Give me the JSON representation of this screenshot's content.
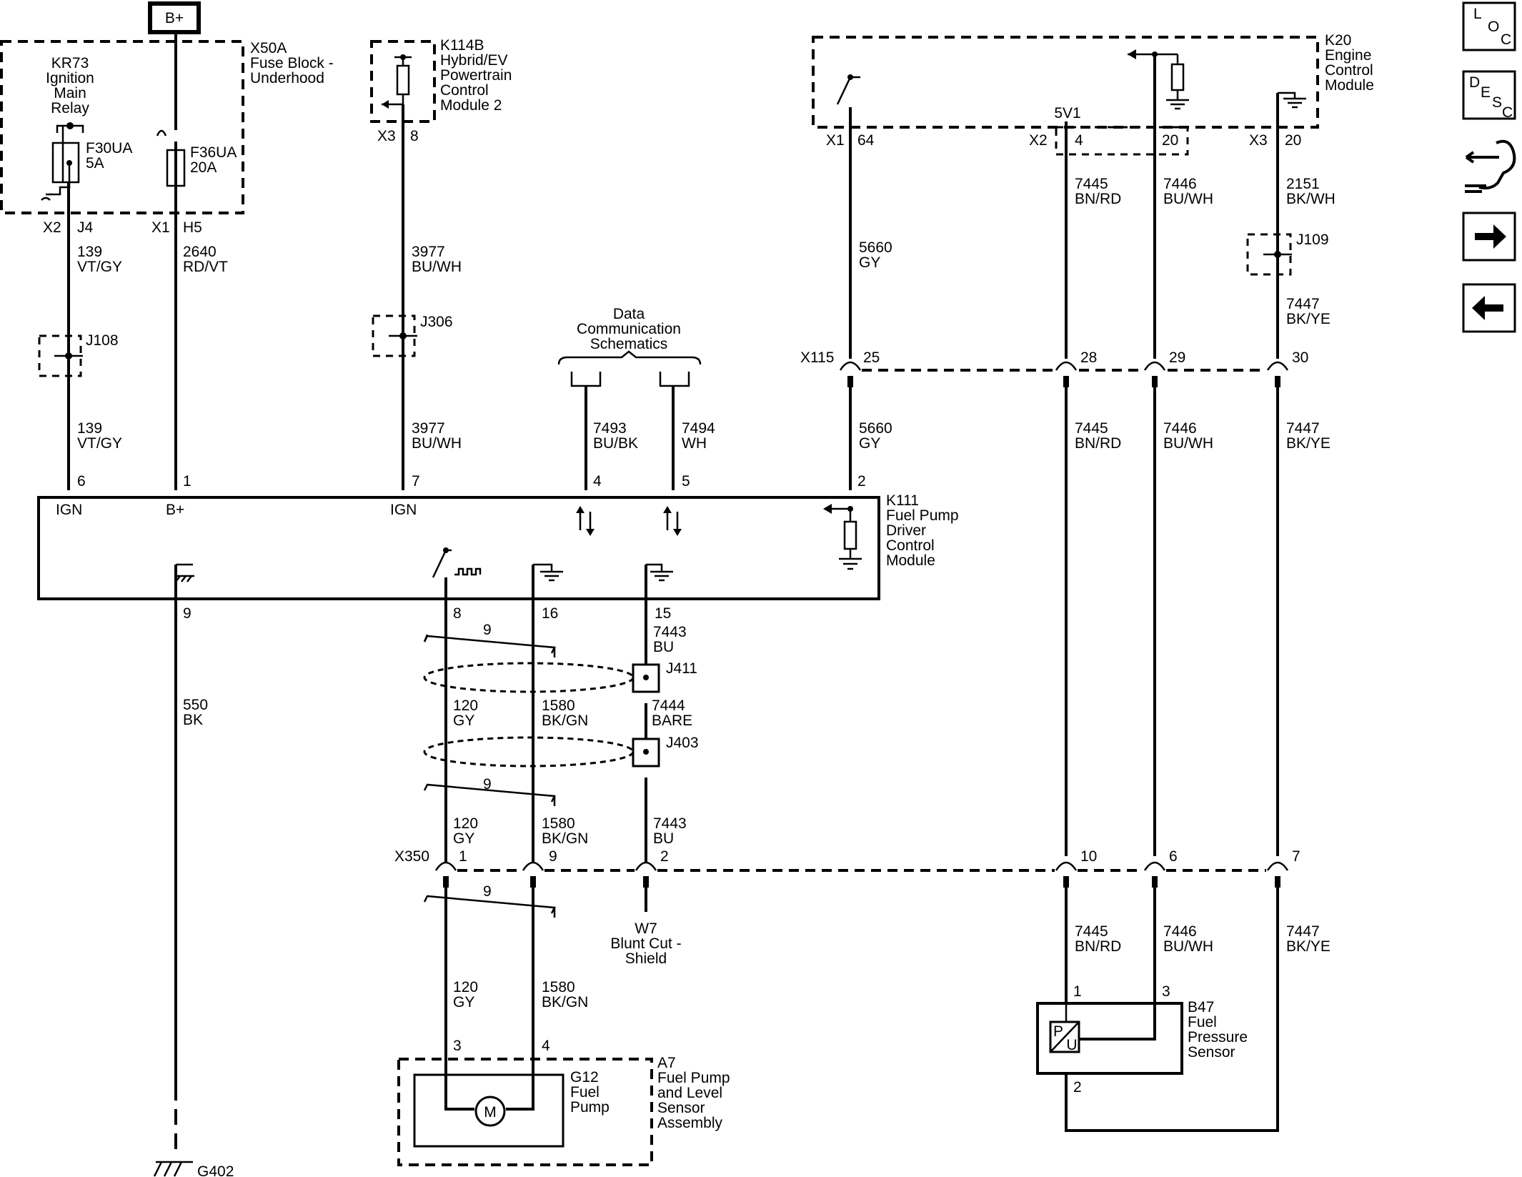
{
  "supply": {
    "battery": "B+"
  },
  "modules": {
    "fuse_block": {
      "ref": "X50A",
      "lines": [
        "Fuse Block -",
        "Underhood"
      ]
    },
    "relay": {
      "lines": [
        "KR73",
        "Ignition",
        "Main",
        "Relay"
      ]
    },
    "fuse_f30": {
      "lines": [
        "F30UA",
        "5A"
      ]
    },
    "fuse_f36": {
      "lines": [
        "F36UA",
        "20A"
      ]
    },
    "hybrid": {
      "ref": "K114B",
      "lines": [
        "Hybrid/EV",
        "Powertrain",
        "Control",
        "Module 2"
      ]
    },
    "ecm": {
      "ref": "K20",
      "lines": [
        "Engine",
        "Control",
        "Module"
      ]
    },
    "fpdcm": {
      "ref": "K111",
      "lines": [
        "Fuel Pump",
        "Driver",
        "Control",
        "Module"
      ]
    },
    "pump_assy": {
      "ref": "A7",
      "lines": [
        "Fuel Pump",
        "and Level",
        "Sensor",
        "Assembly"
      ]
    },
    "pump": {
      "ref": "G12",
      "lines": [
        "Fuel",
        "Pump"
      ],
      "symbol": "M"
    },
    "pressure_sensor": {
      "ref": "B47",
      "lines": [
        "Fuel",
        "Pressure",
        "Sensor"
      ],
      "symbol_top": "P",
      "symbol_bottom": "U"
    },
    "data_comm": {
      "lines": [
        "Data",
        "Communication",
        "Schematics"
      ]
    },
    "shield": {
      "ref": "W7",
      "lines": [
        "Blunt Cut -",
        "Shield"
      ]
    },
    "ground": {
      "ref": "G402"
    }
  },
  "connectors": {
    "relay_x2": "X2",
    "relay_j4": "J4",
    "fuse_x1": "X1",
    "fuse_h5": "H5",
    "hybrid_x3": "X3",
    "hybrid_8": "8",
    "ecm_x1": "X1",
    "ecm_64": "64",
    "ecm_x2": "X2",
    "ecm_4": "4",
    "ecm_20a": "20",
    "ecm_x3": "X3",
    "ecm_20b": "20",
    "ecm_5v": "5V1",
    "x115": "X115",
    "x115_25": "25",
    "x115_28": "28",
    "x115_29": "29",
    "x115_30": "30",
    "x350": "X350",
    "x350_1": "1",
    "x350_9": "9",
    "x350_2": "2",
    "x350_10": "10",
    "x350_6": "6",
    "x350_7": "7",
    "k111_6": "6",
    "k111_1": "1",
    "k111_7": "7",
    "k111_4": "4",
    "k111_5": "5",
    "k111_2": "2",
    "k111_9": "9",
    "k111_8": "8",
    "k111_16": "16",
    "k111_15": "15",
    "k111_ign1": "IGN",
    "k111_bplus": "B+",
    "k111_ign2": "IGN",
    "a7_3": "3",
    "a7_4": "4",
    "b47_1": "1",
    "b47_3": "3",
    "b47_2": "2"
  },
  "splices": {
    "j108": "J108",
    "j306": "J306",
    "j109": "J109",
    "j411": "J411",
    "j403": "J403"
  },
  "twist": {
    "a": "9",
    "b": "9",
    "c": "9"
  },
  "wires": {
    "w139a": [
      "139",
      "VT/GY"
    ],
    "w139b": [
      "139",
      "VT/GY"
    ],
    "w2640": [
      "2640",
      "RD/VT"
    ],
    "w3977a": [
      "3977",
      "BU/WH"
    ],
    "w3977b": [
      "3977",
      "BU/WH"
    ],
    "w7493": [
      "7493",
      "BU/BK"
    ],
    "w7494": [
      "7494",
      "WH"
    ],
    "w5660a": [
      "5660",
      "GY"
    ],
    "w5660b": [
      "5660",
      "GY"
    ],
    "w7445a": [
      "7445",
      "BN/RD"
    ],
    "w7445b": [
      "7445",
      "BN/RD"
    ],
    "w7445c": [
      "7445",
      "BN/RD"
    ],
    "w7446a": [
      "7446",
      "BU/WH"
    ],
    "w7446b": [
      "7446",
      "BU/WH"
    ],
    "w7446c": [
      "7446",
      "BU/WH"
    ],
    "w2151": [
      "2151",
      "BK/WH"
    ],
    "w7447a": [
      "7447",
      "BK/YE"
    ],
    "w7447b": [
      "7447",
      "BK/YE"
    ],
    "w7447c": [
      "7447",
      "BK/YE"
    ],
    "w550": [
      "550",
      "BK"
    ],
    "w7443a": [
      "7443",
      "BU"
    ],
    "w7444": [
      "7444",
      "BARE"
    ],
    "w7443b": [
      "7443",
      "BU"
    ],
    "w120a": [
      "120",
      "GY"
    ],
    "w120b": [
      "120",
      "GY"
    ],
    "w120c": [
      "120",
      "GY"
    ],
    "w1580a": [
      "1580",
      "BK/GN"
    ],
    "w1580b": [
      "1580",
      "BK/GN"
    ],
    "w1580c": [
      "1580",
      "BK/GN"
    ]
  },
  "nav": {
    "loc": [
      "L",
      "O",
      "C"
    ],
    "desc": [
      "D",
      "E",
      "S",
      "C"
    ],
    "next_icon": "arrow-right-icon",
    "prev_icon": "arrow-left-icon"
  }
}
